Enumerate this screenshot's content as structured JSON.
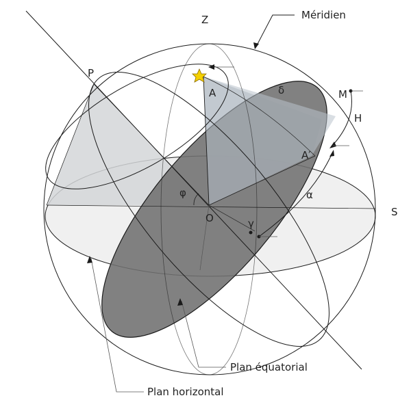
{
  "labels": {
    "z": "Z",
    "p": "P",
    "a": "A",
    "a_prime": "A′",
    "m": "M",
    "h": "H",
    "s": "S",
    "o": "O",
    "phi": "φ",
    "delta": "δ",
    "alpha": "α",
    "gamma": "γ"
  },
  "callouts": {
    "meridien": "Méridien",
    "plan_equatorial": "Plan équatorial",
    "plan_horizontal": "Plan horizontal"
  },
  "colors": {
    "outline": "#1a1a1a",
    "equatorial_fill": "#6f6f6f",
    "horizontal_fill": "#f0f0f0",
    "triangle_fill": "#c6cbd0",
    "star": "#f4d000"
  },
  "icons": {
    "star": "star-icon"
  }
}
